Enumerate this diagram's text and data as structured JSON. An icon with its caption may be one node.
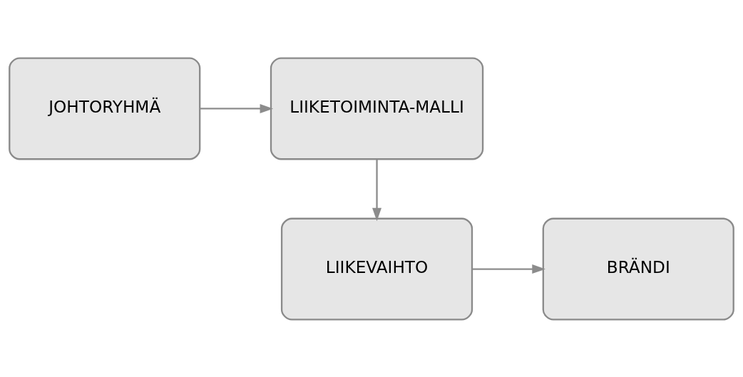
{
  "diagram": {
    "nodes": [
      {
        "text": [
          "JOHTORYHMÄ"
        ]
      },
      {
        "text": [
          "LIIKETOIMINTA-MALLI"
        ]
      },
      {
        "text": [
          "LIIKEVAIHTO"
        ]
      },
      {
        "text": [
          "BRÄNDI"
        ]
      }
    ],
    "edges": [
      {
        "from": 0,
        "to": 1,
        "arrow": "to"
      },
      {
        "from": 1,
        "to": 2,
        "arrow": "to"
      },
      {
        "from": 2,
        "to": 3,
        "arrow": "to"
      }
    ]
  }
}
